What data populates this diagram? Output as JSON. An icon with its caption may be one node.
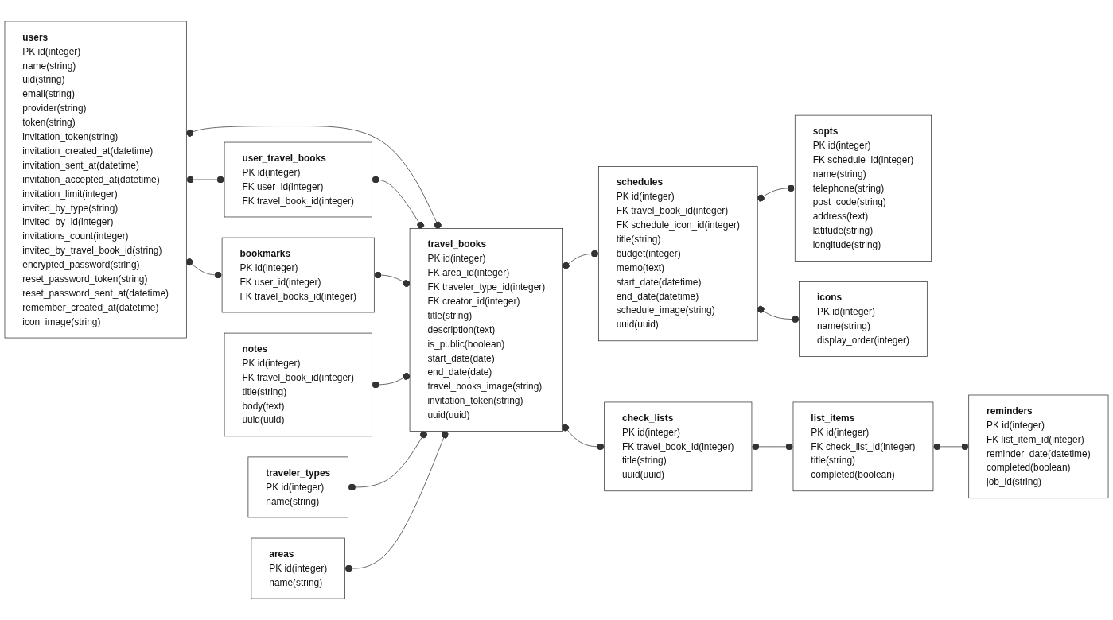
{
  "diagram": {
    "nodes": [
      {
        "text": [
          "traveler_types",
          "PK",
          "id(integer)",
          "name(string)"
        ]
      },
      {
        "text": [
          "areas",
          "PK",
          "id(integer)",
          "name(string)"
        ]
      },
      {
        "text": [
          "user_travel_books",
          "PK",
          "id(integer)",
          "FK",
          "user_id(integer)",
          "FK",
          "travel_book_id(integer)"
        ]
      },
      {
        "text": [
          "sopts",
          "PK",
          "id(integer)",
          "FK",
          "schedule_id(integer)",
          "name(string)",
          "telephone(string)",
          "post_code(string)",
          "address(text)",
          "latitude(string)",
          "longitude(string)"
        ]
      },
      {
        "text": [
          "users",
          "PK",
          "id(integer)",
          "name(string)",
          "uid(string)",
          "email(string)",
          "provider(string)",
          "token(string)",
          "invitation_token(string)",
          "invitation_created_at(datetime)",
          "invitation_sent_at(datetime)",
          "invitation_accepted_at(datetime)",
          "invitation_limit(integer)",
          "invited_by_type(string)",
          "invited_by_id(integer)",
          "invitations_count(integer)",
          "invited_by_travel_book_id(string)",
          "encrypted_password(string)",
          "reset_password_token(string)",
          "reset_password_sent_at(datetime)",
          "remember_created_at(datetime)",
          "icon_image(string)"
        ]
      },
      {
        "text": [
          "schedules",
          "PK",
          "id(integer)",
          "FK",
          "travel_book_id(integer)",
          "FK",
          "schedule_icon_id(integer)",
          "title(string)",
          "budget(integer)",
          "memo(text)",
          "start_date(datetime)",
          "end_date(datetime)",
          "schedule_image(string)",
          "uuid(uuid)"
        ]
      },
      {
        "text": [
          "travel_books",
          "PK",
          "id(integer)",
          "FK",
          "area_id(integer)",
          "FK",
          "traveler_type_id(integer)",
          "FK",
          "creator_id(integer)",
          "title(string)",
          "description(text)",
          "is_public(boolean)",
          "start_date(date)",
          "end_date(date)",
          "travel_books_image(string)",
          "invitation_token(string)",
          "uuid(uuid)"
        ]
      },
      {
        "text": [
          "bookmarks",
          "PK",
          "id(integer)",
          "FK",
          "user_id(integer)",
          "FK",
          "travel_books_id(integer)"
        ]
      },
      {
        "text": [
          "icons",
          "PK",
          "id(integer)",
          "name(string)",
          "display_order(integer)"
        ]
      },
      {
        "text": [
          "notes",
          "PK",
          "id(integer)",
          "FK",
          "travel_book_id(integer)",
          "title(string)",
          "body(text)",
          "uuid(uuid)"
        ]
      },
      {
        "text": [
          "reminders",
          "PK",
          "id(integer)",
          "FK",
          "list_item_id(integer)",
          "reminder_date(datetime)",
          "completed(boolean)",
          "job_id(string)"
        ]
      },
      {
        "text": [
          "list_items",
          "PK",
          "id(integer)",
          "FK",
          "check_list_id(integer)",
          "title(string)",
          "completed(boolean)"
        ]
      },
      {
        "text": [
          "check_lists",
          "PK",
          "id(integer)",
          "FK",
          "travel_book_id(integer)",
          "title(string)",
          "uuid(uuid)"
        ]
      }
    ],
    "edges": [
      {
        "from": 4,
        "to": 2,
        "arrow": "other"
      },
      {
        "from": 4,
        "to": 7,
        "arrow": "other"
      },
      {
        "from": 4,
        "to": 6,
        "arrow": "other"
      },
      {
        "from": 2,
        "to": 6,
        "arrow": "other"
      },
      {
        "from": 7,
        "to": 6,
        "arrow": "other"
      },
      {
        "from": 9,
        "to": 6,
        "arrow": "other"
      },
      {
        "from": 0,
        "to": 6,
        "arrow": "other"
      },
      {
        "from": 1,
        "to": 6,
        "arrow": "other"
      },
      {
        "from": 6,
        "to": 5,
        "arrow": "other"
      },
      {
        "from": 6,
        "to": 12,
        "arrow": "other"
      },
      {
        "from": 5,
        "to": 3,
        "arrow": "other"
      },
      {
        "from": 5,
        "to": 8,
        "arrow": "other"
      },
      {
        "from": 12,
        "to": 11,
        "arrow": "other"
      },
      {
        "from": 11,
        "to": 10,
        "arrow": "other"
      }
    ]
  }
}
